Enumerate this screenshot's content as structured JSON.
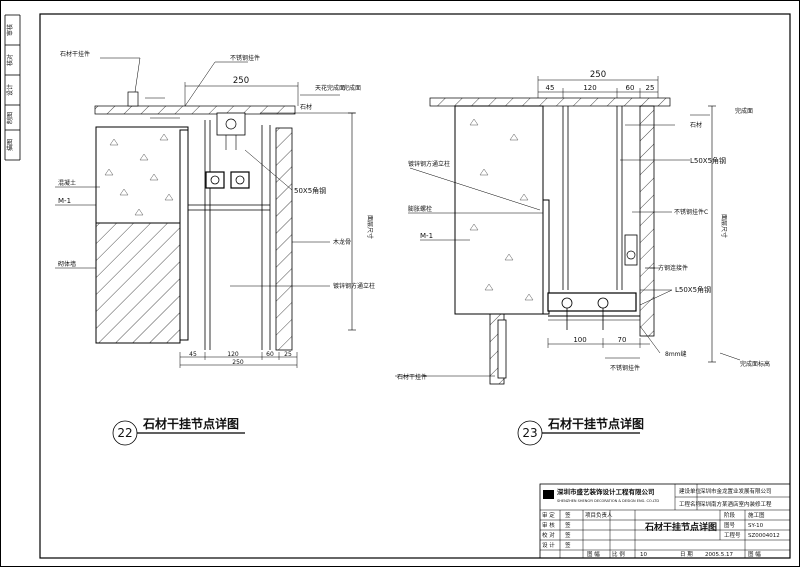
{
  "left_margin": {
    "labels": [
      "审核",
      "核对",
      "设计",
      "制图",
      "描图"
    ]
  },
  "detail_left": {
    "number": "22",
    "title": "石材干挂节点详图",
    "dim_top": "250",
    "dim_bottom_total": "250",
    "dim_bottom_parts": [
      "45",
      "120",
      "60",
      "25"
    ],
    "label_m1": "M-1",
    "labels": {
      "stone_hanger": "石材干挂件",
      "anchor_top": "不锈钢挂件",
      "ceiling_line": "天花完成面",
      "finish_line": "完成面",
      "stone": "石材",
      "concrete": "混凝土",
      "wall": "砌体墙",
      "angle": "50X5角钢",
      "frame": "木龙骨",
      "post": "镀锌钢方通立柱",
      "elevation": "面层尺寸"
    }
  },
  "detail_right": {
    "number": "23",
    "title": "石材干挂节点详图",
    "dim_top": "250",
    "dim_top_parts": [
      "45",
      "120",
      "60",
      "25"
    ],
    "dim_bottom_parts": [
      "100",
      "70"
    ],
    "label_m1": "M-1",
    "labels": {
      "stone": "石材",
      "post": "镀锌钢方通立柱",
      "anchor": "膨胀螺栓",
      "angle1": "L50X5角钢",
      "angle2": "L50X5角钢",
      "hanger": "不锈钢挂件C",
      "hanger2": "不锈钢挂件",
      "bolt": "方钢连接件",
      "gap": "8mm缝",
      "ceiling": "完成面标高",
      "stone_hanger": "石材干挂件",
      "elevation": "面层尺寸",
      "finish": "完成面"
    }
  },
  "title_block": {
    "company_cn": "深圳市盛艺装饰设计工程有限公司",
    "company_en": "SHENZHEN SHENGYI DECORATION & DESIGN ENG. CO.LTD",
    "project_label": "工程名称",
    "client_label": "建设单位",
    "client": "深圳市金龙置业发展有限公司",
    "project": "深圳南方某酒店室内装修工程",
    "drawing_title": "石材干挂节点详图",
    "rows": [
      {
        "k": "审 定",
        "v": "签"
      },
      {
        "k": "审 核",
        "v": "签"
      },
      {
        "k": "校 对",
        "v": "签"
      },
      {
        "k": "设 计",
        "v": "签"
      }
    ],
    "owner_label": "项目负责人",
    "stage_label": "阶段",
    "stage": "施工图",
    "drawing_no_label": "图号",
    "drawing_no": "SY-10",
    "job_no_label": "工程号",
    "job_no": "SZ0004012",
    "scale_label": "比 例",
    "scale": "10",
    "date_label": "日 期",
    "date": "2005.5.17",
    "sheet_label": "图 幅"
  }
}
